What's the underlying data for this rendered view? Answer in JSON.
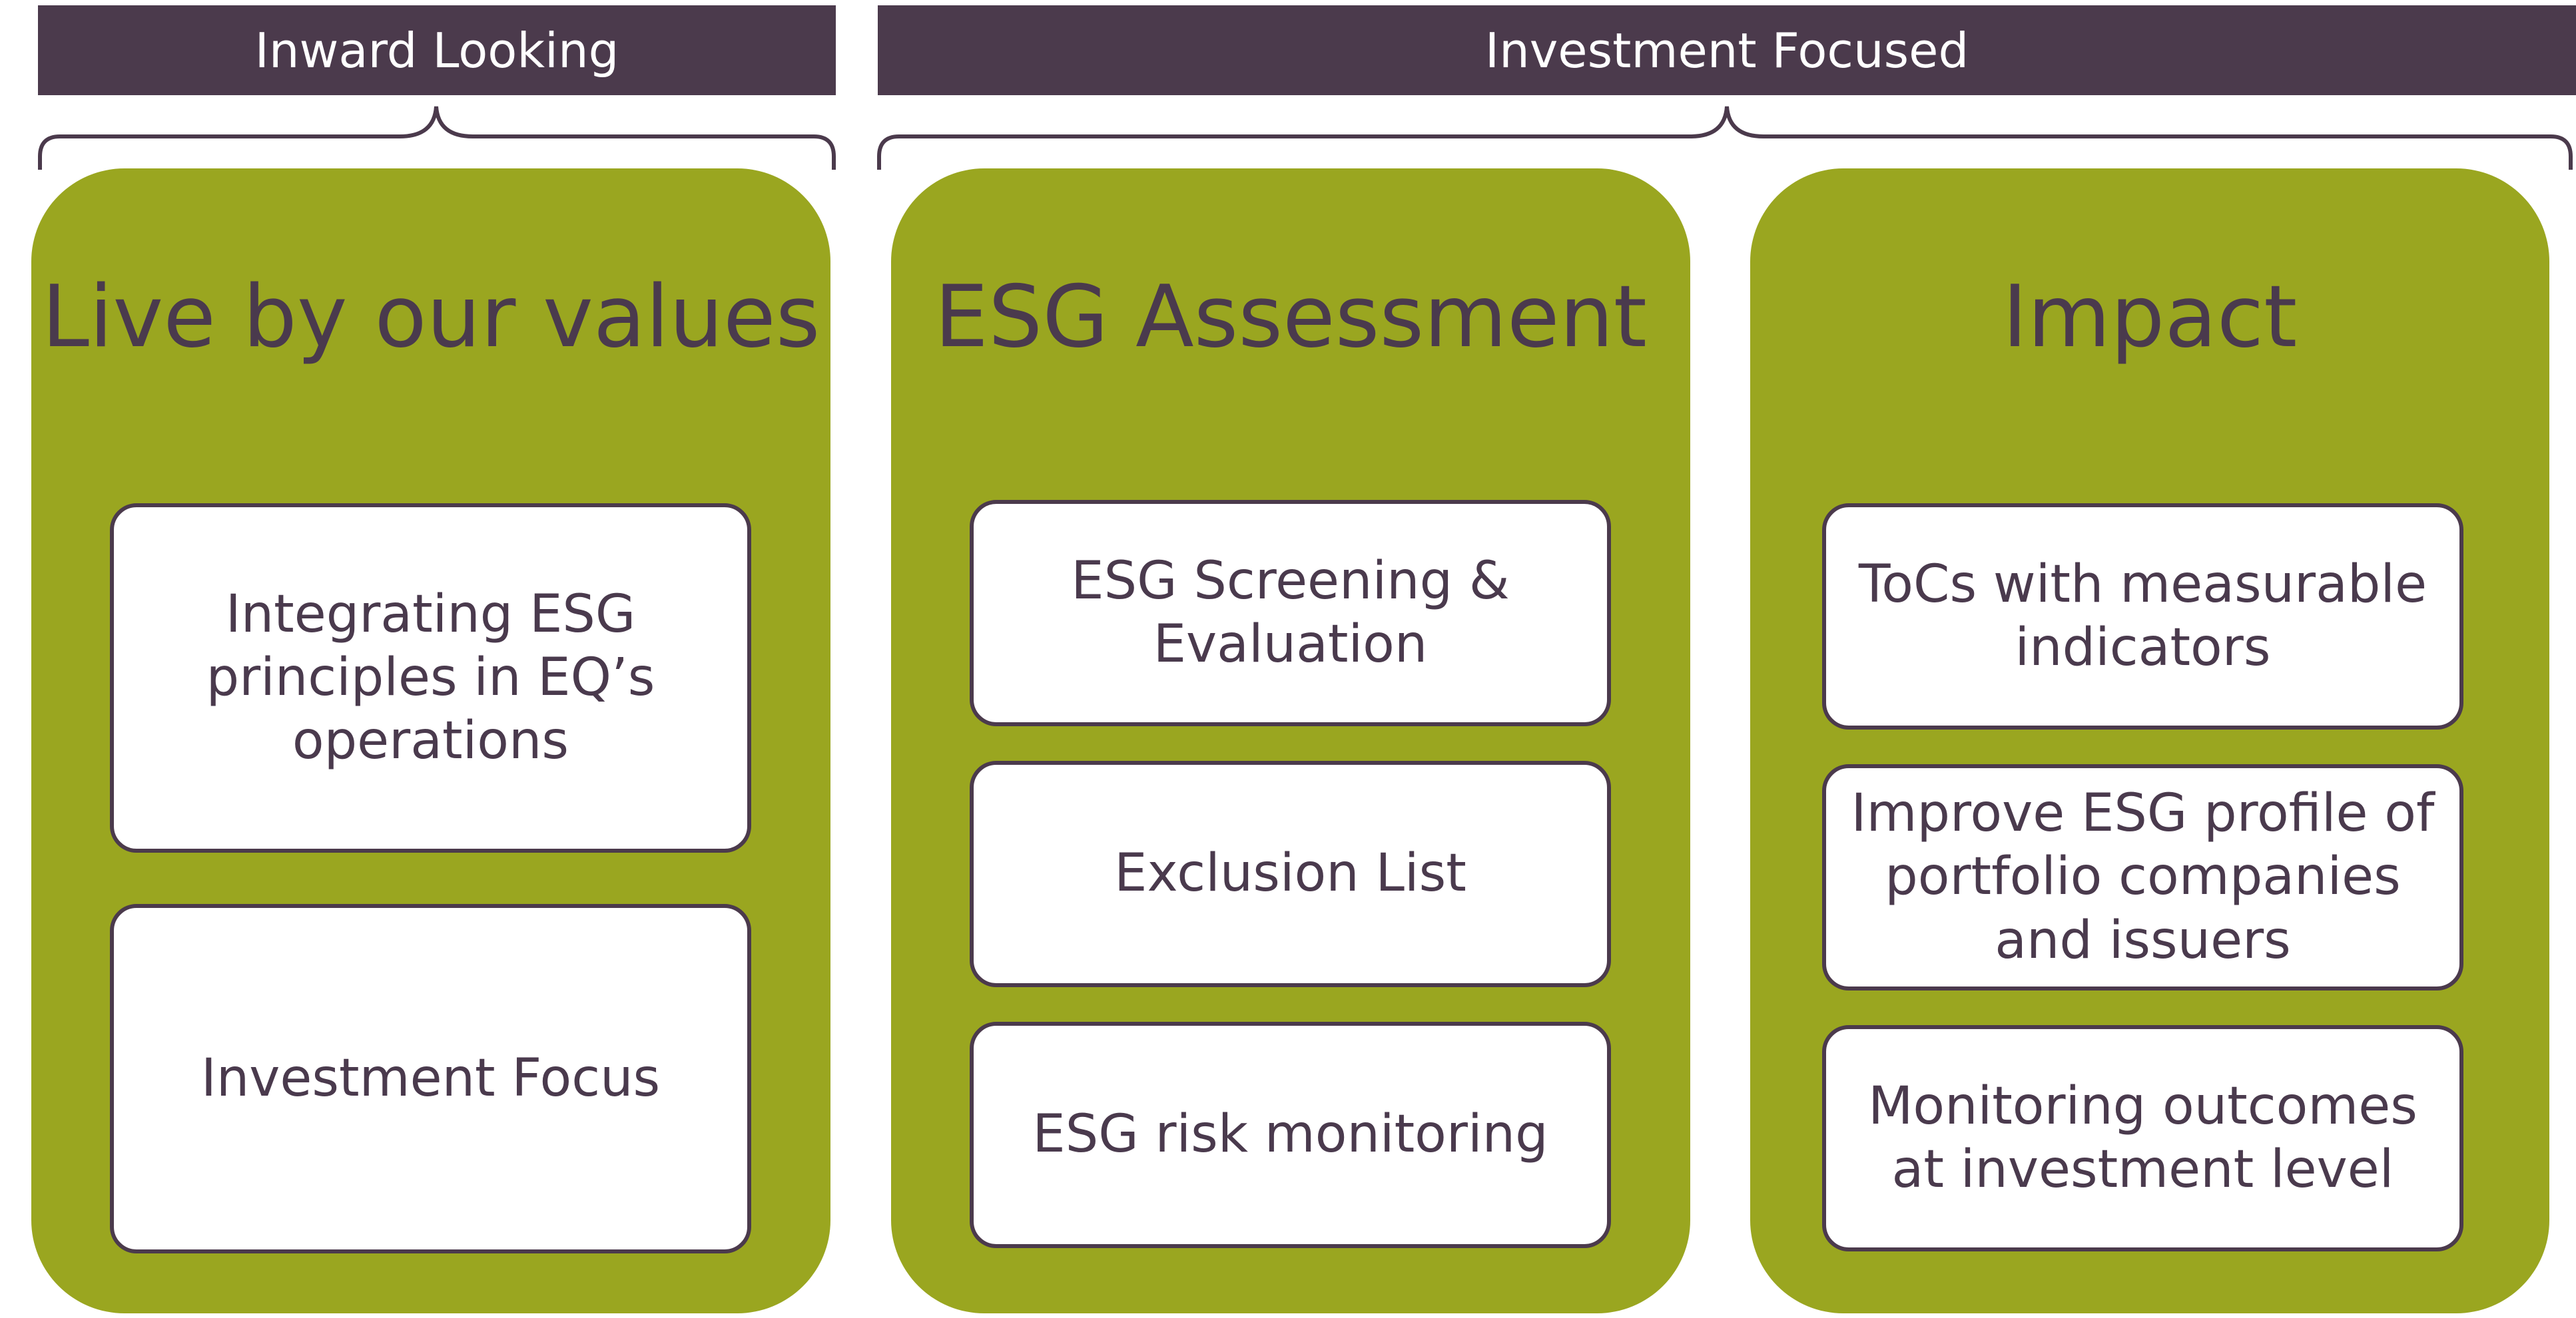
{
  "headers": {
    "inward": "Inward Looking",
    "investment": "Investment Focused"
  },
  "panels": [
    {
      "title": "Live by our values",
      "items": [
        "Integrating ESG principles in EQ’s operations",
        "Investment Focus"
      ]
    },
    {
      "title": "ESG Assessment",
      "items": [
        "ESG Screening & Evaluation",
        "Exclusion List",
        "ESG risk monitoring"
      ]
    },
    {
      "title": "Impact",
      "items": [
        "ToCs with measurable indicators",
        "Improve ESG profile of portfolio companies and issuers",
        "Monitoring outcomes at investment level"
      ]
    }
  ],
  "colors": {
    "header_bg": "#4b3a4c",
    "panel_green": "#9aa620",
    "text_dark": "#4a3a4d",
    "box_bg": "#ffffff"
  }
}
